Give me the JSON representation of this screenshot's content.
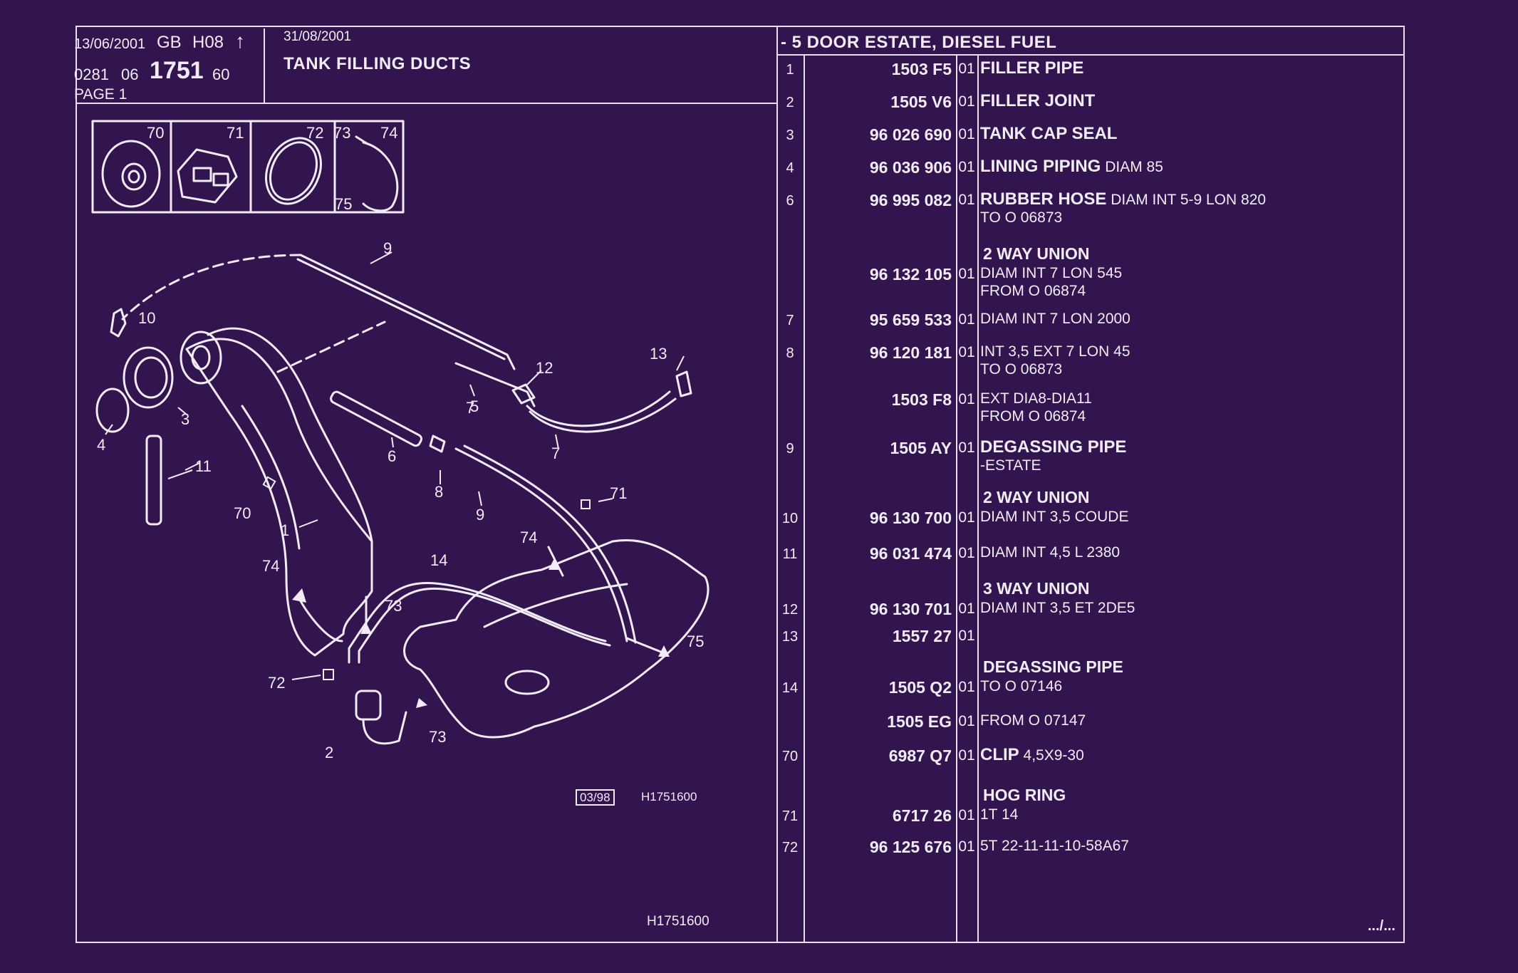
{
  "header": {
    "date": "13/06/2001",
    "country": "GB",
    "model": "H08",
    "arrow": "↑",
    "code_a": "0281",
    "code_b": "06",
    "group": "1751",
    "code_c": "60",
    "page": "PAGE  1",
    "revision_date": "31/08/2001",
    "section_title": "TANK FILLING DUCTS",
    "variant": "- 5 DOOR ESTATE, DIESEL FUEL"
  },
  "diagram": {
    "insets": [
      "70",
      "71",
      "72",
      "73",
      "74",
      "75"
    ],
    "callouts": [
      "9",
      "10",
      "3",
      "4",
      "11",
      "70",
      "1",
      "74",
      "73",
      "72",
      "2",
      "73",
      "14",
      "74",
      "71",
      "75",
      "6",
      "8",
      "9",
      "5",
      "7",
      "7",
      "12",
      "13"
    ],
    "stamp": "03/98",
    "figure_ref": "H1751600"
  },
  "parts": [
    {
      "no": "1",
      "ref": "1503 F5",
      "qty": "01",
      "name": "FILLER PIPE",
      "extra": "",
      "line2": "",
      "pre": ""
    },
    {
      "no": "2",
      "ref": "1505 V6",
      "qty": "01",
      "name": "FILLER JOINT",
      "extra": "",
      "line2": "",
      "pre": ""
    },
    {
      "no": "3",
      "ref": "96 026 690",
      "qty": "01",
      "name": "TANK CAP SEAL",
      "extra": "",
      "line2": "",
      "pre": ""
    },
    {
      "no": "4",
      "ref": "96 036 906",
      "qty": "01",
      "name": "LINING PIPING",
      "extra": "DIAM 85",
      "line2": "",
      "pre": ""
    },
    {
      "no": "6",
      "ref": "96 995 082",
      "qty": "01",
      "name": "RUBBER HOSE",
      "extra": "DIAM INT 5-9 LON 820",
      "line2": "TO  O  06873",
      "pre": ""
    },
    {
      "no": "",
      "ref": "96 132 105",
      "qty": "01",
      "name": "",
      "extra": "DIAM INT 7 LON 545",
      "line2": "FROM  O  06874",
      "pre": "2 WAY UNION"
    },
    {
      "no": "7",
      "ref": "95 659 533",
      "qty": "01",
      "name": "",
      "extra": "DIAM INT 7 LON 2000",
      "line2": "",
      "pre": ""
    },
    {
      "no": "8",
      "ref": "96 120 181",
      "qty": "01",
      "name": "",
      "extra": "INT 3,5 EXT 7 LON 45",
      "line2": "TO  O  06873",
      "pre": ""
    },
    {
      "no": "",
      "ref": "1503 F8",
      "qty": "01",
      "name": "",
      "extra": "EXT DIA8-DIA11",
      "line2": "FROM  O  06874",
      "pre": ""
    },
    {
      "no": "9",
      "ref": "1505 AY",
      "qty": "01",
      "name": "DEGASSING PIPE",
      "extra": "",
      "line2": "-ESTATE",
      "pre": ""
    },
    {
      "no": "10",
      "ref": "96 130 700",
      "qty": "01",
      "name": "",
      "extra": "DIAM INT 3,5 COUDE",
      "line2": "",
      "pre": "2 WAY UNION"
    },
    {
      "no": "11",
      "ref": "96 031 474",
      "qty": "01",
      "name": "",
      "extra": "DIAM INT 4,5 L 2380",
      "line2": "",
      "pre": ""
    },
    {
      "no": "12",
      "ref": "96 130 701",
      "qty": "01",
      "name": "",
      "extra": "DIAM INT 3,5 ET 2DE5",
      "line2": "",
      "pre": "3 WAY UNION"
    },
    {
      "no": "13",
      "ref": "1557 27",
      "qty": "01",
      "name": "",
      "extra": "",
      "line2": "",
      "pre": ""
    },
    {
      "no": "14",
      "ref": "1505 Q2",
      "qty": "01",
      "name": "",
      "extra": "TO  O  07146",
      "line2": "",
      "pre": "DEGASSING PIPE"
    },
    {
      "no": "",
      "ref": "1505 EG",
      "qty": "01",
      "name": "",
      "extra": "FROM  O  07147",
      "line2": "",
      "pre": ""
    },
    {
      "no": "70",
      "ref": "6987 Q7",
      "qty": "01",
      "name": "CLIP",
      "extra": "4,5X9-30",
      "line2": "",
      "pre": ""
    },
    {
      "no": "71",
      "ref": "6717 26",
      "qty": "01",
      "name": "",
      "extra": "1T 14",
      "line2": "",
      "pre": "HOG RING"
    },
    {
      "no": "72",
      "ref": "96 125 676",
      "qty": "01",
      "name": "",
      "extra": "5T 22-11-11-10-58A67",
      "line2": "",
      "pre": ""
    }
  ],
  "footer": {
    "figure_ref": "H1751600",
    "continued": ".../..."
  },
  "colors": {
    "background": "#32144f",
    "ink": "#f2ecf7"
  }
}
